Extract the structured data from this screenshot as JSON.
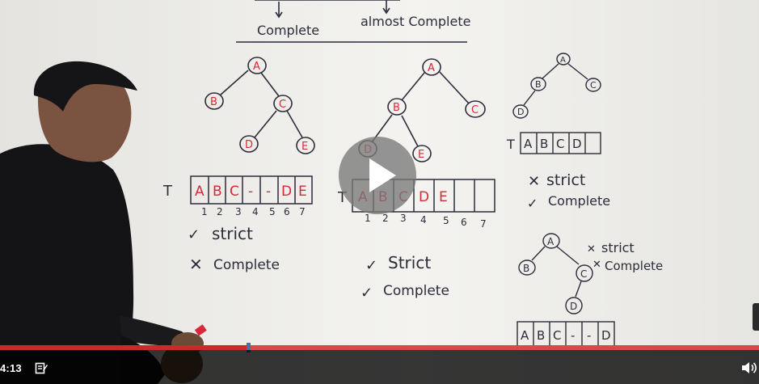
{
  "header": {
    "label_complete": "Complete",
    "label_almost_complete": "almost Complete"
  },
  "tree1": {
    "nodes": {
      "a": "A",
      "b": "B",
      "c": "C",
      "d": "D",
      "e": "E"
    },
    "array_label": "T",
    "cells": [
      "A",
      "B",
      "C",
      "-",
      "-",
      "D",
      "E"
    ],
    "indices": [
      "1",
      "2",
      "3",
      "4",
      "5",
      "6",
      "7"
    ],
    "strict_mark": "✓",
    "strict_label": "strict",
    "complete_mark": "✕",
    "complete_label": "Complete"
  },
  "tree2": {
    "nodes": {
      "a": "A",
      "b": "B",
      "c": "C",
      "d": "D",
      "e": "E"
    },
    "array_label": "T",
    "cells": [
      "A",
      "B",
      "C",
      "D",
      "E",
      "",
      ""
    ],
    "indices": [
      "1",
      "2",
      "3",
      "4",
      "5",
      "6",
      "7"
    ],
    "strict_mark": "✓",
    "strict_label": "Strict",
    "complete_mark": "✓",
    "complete_label": "Complete"
  },
  "tree3": {
    "nodes": {
      "a": "A",
      "b": "B",
      "c": "C",
      "d": "D"
    },
    "array_label": "T",
    "cells": [
      "A",
      "B",
      "C",
      "D",
      ""
    ],
    "strict_mark": "✕",
    "strict_label": "strict",
    "complete_mark": "✓",
    "complete_label": "Complete"
  },
  "tree4": {
    "nodes": {
      "a": "A",
      "b": "B",
      "c": "C",
      "d": "D"
    },
    "strict_mark": "✕",
    "strict_label": "strict",
    "complete_mark": "✕",
    "complete_label": "Complete",
    "cells": [
      "A",
      "B",
      "C",
      "-",
      "-",
      "D"
    ]
  },
  "player": {
    "time": "4:13",
    "progress": 0.327,
    "accent": "#c92a2a",
    "icons": {
      "play": "play-icon",
      "notes": "notes-icon",
      "volume": "volume-icon"
    }
  }
}
